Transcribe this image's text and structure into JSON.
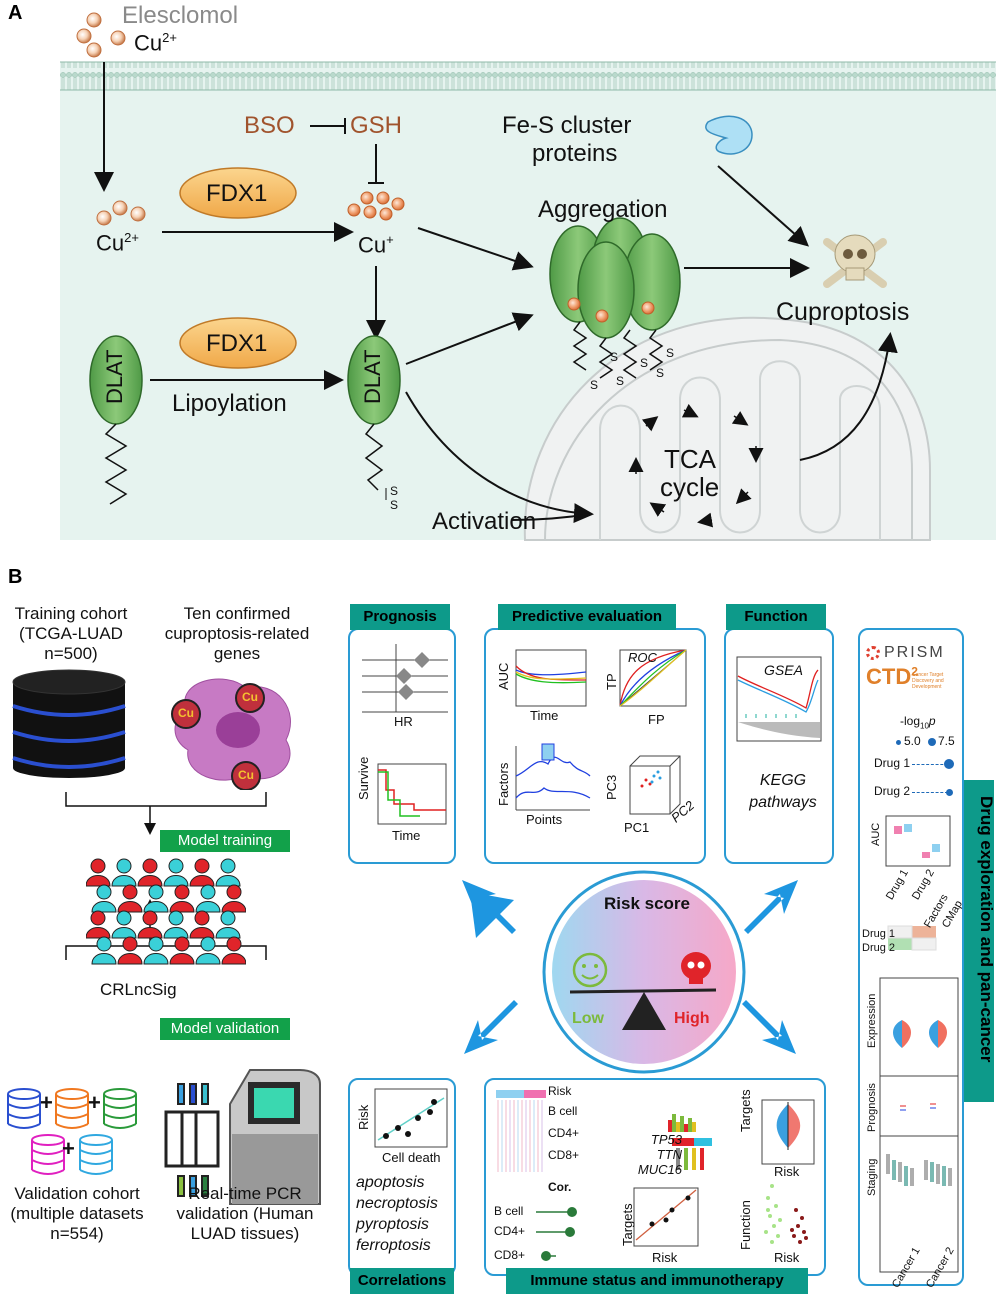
{
  "panel_a": {
    "letter": "A",
    "elesclomol": "Elesclomol",
    "cu2_top": "Cu",
    "cu2_top_sup": "2+",
    "bso": "BSO",
    "gsh": "GSH",
    "fes": "Fe-S cluster",
    "fes2": "proteins",
    "fdx1_a": "FDX1",
    "fdx1_b": "FDX1",
    "cu2_mid": "Cu",
    "cu2_mid_sup": "2+",
    "cuplus": "Cu",
    "cuplus_sup": "+",
    "aggregation": "Aggregation",
    "cuproptosis": "Cuproptosis",
    "dlat1": "DLAT",
    "dlat2": "DLAT",
    "lipoylation": "Lipoylation",
    "activation": "Activation",
    "tca1": "TCA",
    "tca2": "cycle",
    "s": "S"
  },
  "panel_b": {
    "letter": "B",
    "training1": "Training cohort",
    "training2": "(TCGA-LUAD",
    "training3": "n=500)",
    "ten1": "Ten confirmed",
    "ten2": "cuproptosis-related",
    "ten3": "genes",
    "cu": "Cu",
    "model_training": "Model training",
    "crlncsig": "CRLncSig",
    "model_validation": "Model validation",
    "plus": "+",
    "val1": "Validation cohort",
    "val2": "(multiple datasets",
    "val3": "n=554)",
    "pcr1": "Real-time PCR",
    "pcr2": "validation (Human",
    "pcr3": "LUAD tissues)",
    "prognosis": "Prognosis",
    "hr": "HR",
    "survive": "Survive",
    "time": "Time",
    "predictive": "Predictive evaluation",
    "auc": "AUC",
    "roc": "ROC",
    "tp": "TP",
    "fp": "FP",
    "factors": "Factors",
    "points": "Points",
    "pc3": "PC3",
    "pc1": "PC1",
    "pc2": "PC2",
    "function": "Function",
    "gsea": "GSEA",
    "kegg1": "KEGG",
    "kegg2": "pathways",
    "risk_score": "Risk score",
    "low": "Low",
    "high": "High",
    "correlations": "Correlations",
    "risk": "Risk",
    "cell_death": "Cell death",
    "apoptosis": "apoptosis",
    "necroptosis": "necroptosis",
    "pyroptosis": "pyroptosis",
    "ferroptosis": "ferroptosis",
    "immune": "Immune status and immunotherapy",
    "bcell": "B cell",
    "cd4": "CD4+",
    "cd8": "CD8+",
    "cor": "Cor.",
    "tp53": "TP53",
    "ttn": "TTN",
    "muc16": "MUC16",
    "targets": "Targets",
    "function_lbl": "Function",
    "drug_title": "Drug exploration and pan-cancer",
    "prism": "PRISM",
    "ctd2": "CTD",
    "ctd2_sup": "2",
    "ctd_sub": "Cancer Target Discovery and Development",
    "log10p": "-log",
    "log10p_sub": "10",
    "log10p_p": "p",
    "leg50": "5.0",
    "leg75": "7.5",
    "drug1": "Drug 1",
    "drug2": "Drug 2",
    "cmap": "CMap",
    "expression": "Expression",
    "staging": "Staging",
    "cancer1": "Cancer 1",
    "cancer2": "Cancer 2"
  },
  "colors": {
    "teal": "#0d9a8a",
    "blue_border": "#2a9bd4",
    "arrow_blue": "#1e96e0",
    "green_label": "#12a14a",
    "cell_green": "#7fbf6a",
    "fdx_orange": "#f4b860",
    "membrane_bg": "#e6f3ef",
    "risk_red": "#e0242a",
    "low_green": "#7cba3c"
  }
}
